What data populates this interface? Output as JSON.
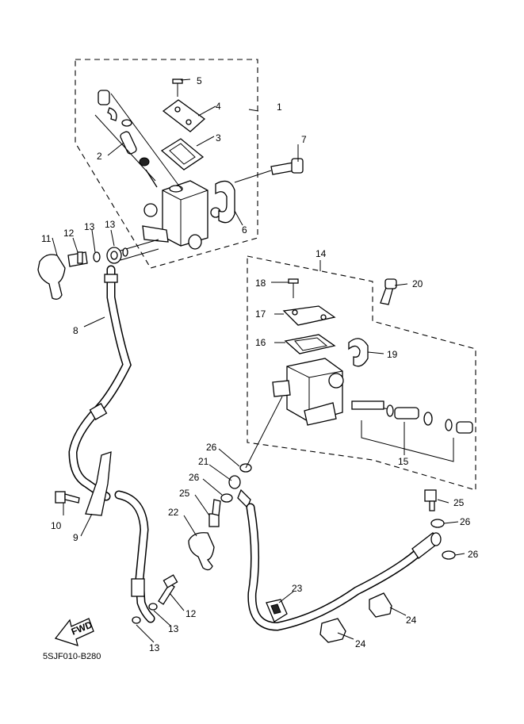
{
  "diagram": {
    "code": "5SJF010-B280",
    "fwd_label": "FWD",
    "callouts": [
      "1",
      "2",
      "3",
      "4",
      "5",
      "6",
      "7",
      "8",
      "9",
      "10",
      "11",
      "12",
      "13",
      "13",
      "13",
      "13",
      "14",
      "15",
      "16",
      "17",
      "18",
      "19",
      "20",
      "21",
      "22",
      "23",
      "24",
      "24",
      "25",
      "25",
      "26",
      "26",
      "26",
      "26"
    ]
  }
}
